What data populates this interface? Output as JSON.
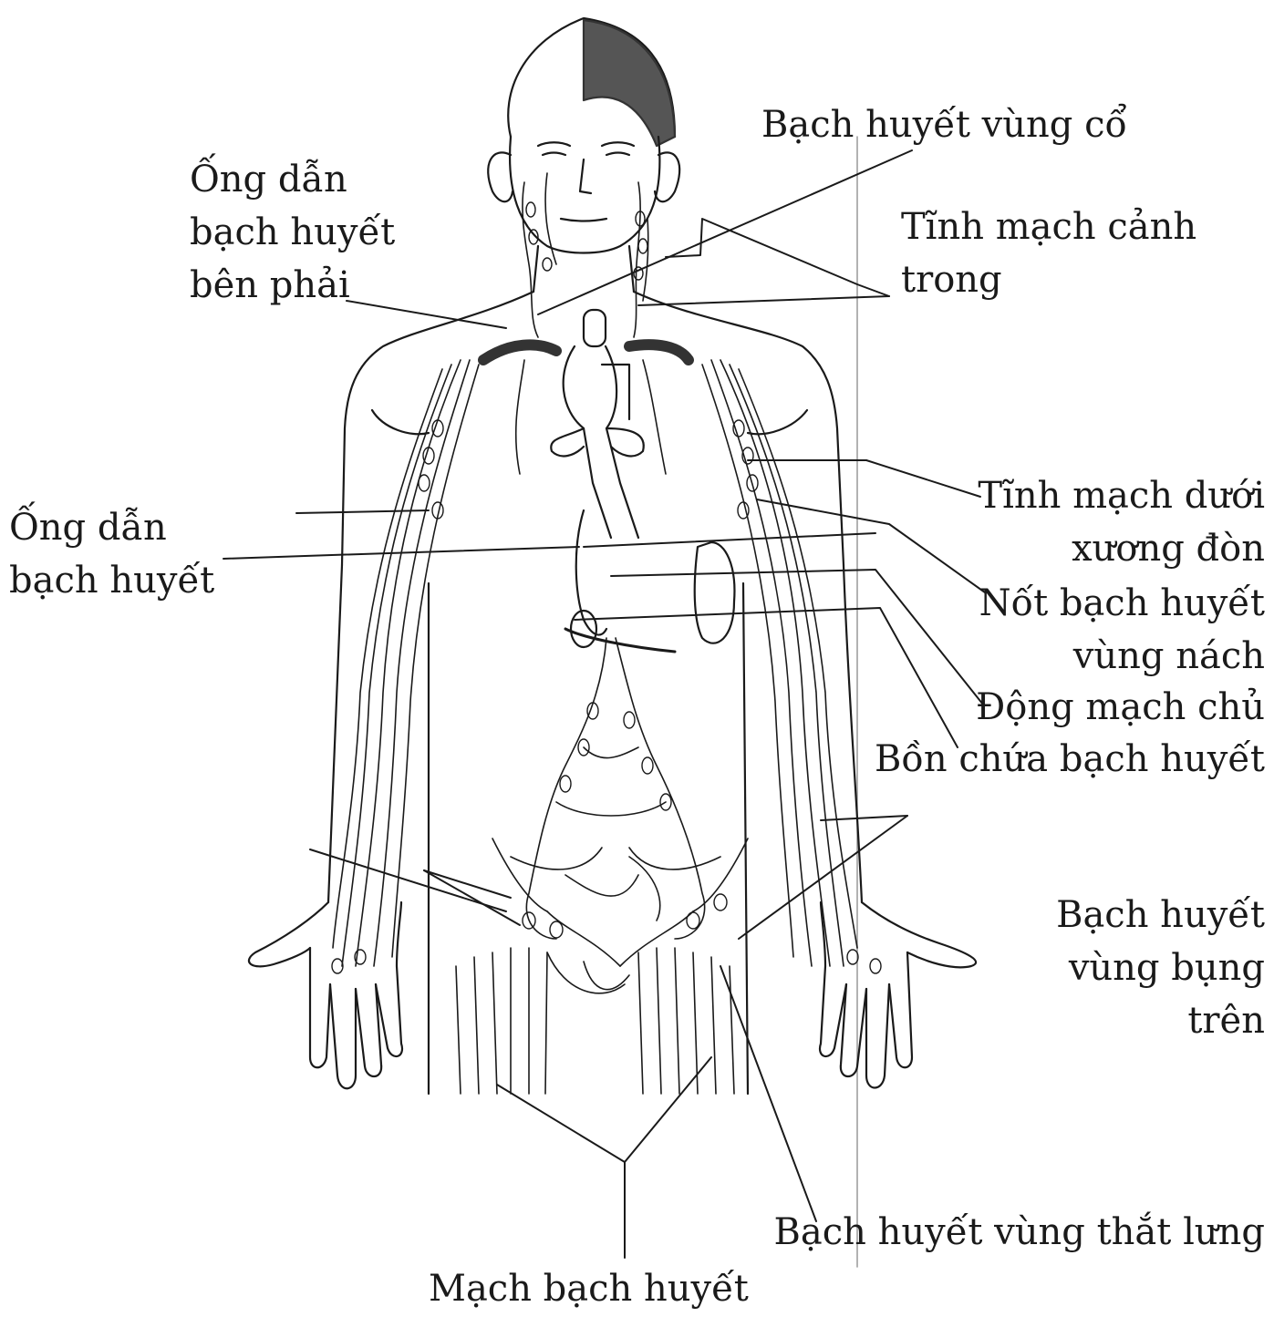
{
  "labels": {
    "right_lymph_duct": [
      "Ống dẫn",
      "bạch huyết",
      "bên phải"
    ],
    "cervical_lymph": "Bạch huyết vùng cổ",
    "internal_jugular_vein": [
      "Tĩnh mạch cảnh",
      "trong"
    ],
    "subclavian_vein": [
      "Tĩnh mạch dưới",
      "xương đòn"
    ],
    "thoracic_duct": [
      "Ống dẫn",
      "bạch huyết"
    ],
    "axillary_nodes": [
      "Nốt bạch huyết",
      "vùng nách"
    ],
    "aorta": "Động mạch chủ",
    "cisterna_chyli": "Bồn chứa bạch huyết",
    "upper_abdominal_lymph": [
      "Bạch huyết",
      "vùng  bụng",
      "trên"
    ],
    "lumbar_lymph": "Bạch huyết vùng thắt lưng",
    "lymph_vessels": "Mạch bạch huyết"
  },
  "colors": {
    "ink": "#1a1a1a",
    "paper": "#ffffff"
  }
}
